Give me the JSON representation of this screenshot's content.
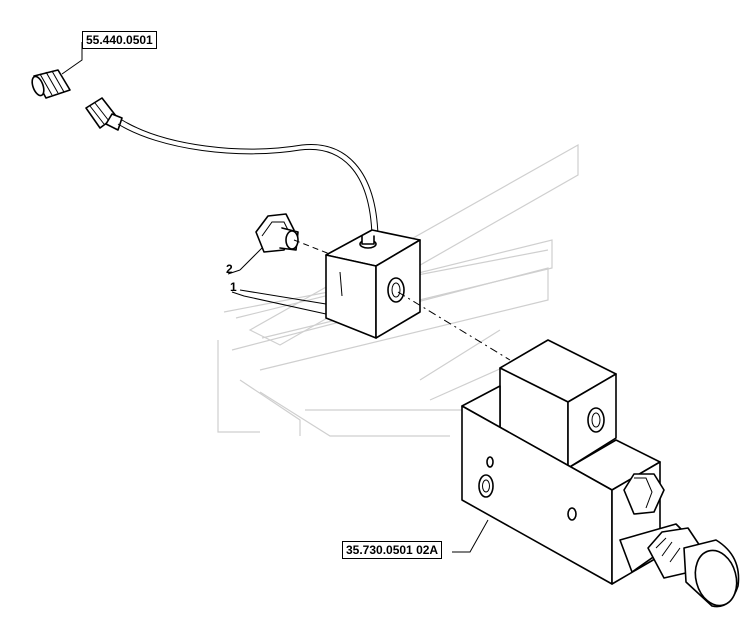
{
  "callouts": {
    "connector_ref": "55.440.0501",
    "valve_ref": "35.730.0501 02A"
  },
  "items": {
    "item_2": "2",
    "item_1": "1"
  },
  "colors": {
    "line": "#000000",
    "watermark": "#cfcfcf",
    "background": "#ffffff"
  }
}
